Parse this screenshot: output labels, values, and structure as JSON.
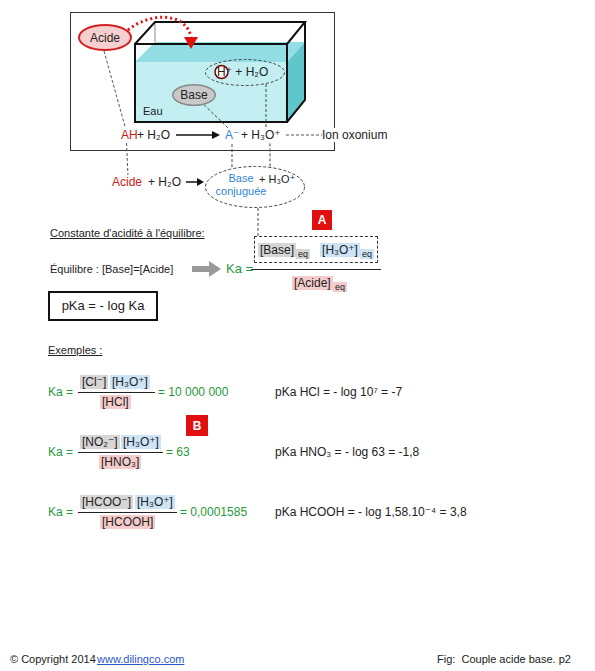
{
  "diagram": {
    "caption": "Fig:  Couple acide base. p2",
    "nodes": [
      {
        "text": [
          "Acide"
        ]
      },
      {
        "text": [
          "Base"
        ]
      },
      {
        "text": [
          "H⁺ + H₂O"
        ]
      },
      {
        "text": [
          "Base conjuguée",
          "+ H₃O⁺"
        ]
      },
      {
        "text": [
          "A"
        ]
      },
      {
        "text": [
          "[Base]",
          "eq",
          "[H₃O⁺]",
          "eq"
        ]
      },
      {
        "text": [
          "pKa = - log Ka"
        ]
      },
      {
        "text": [
          "B"
        ]
      }
    ],
    "edges": [
      {
        "from": 1,
        "to": 3,
        "arrow": "none"
      },
      {
        "from": 2,
        "to": 3,
        "arrow": "none"
      },
      {
        "from": 3,
        "to": 5,
        "arrow": "none"
      }
    ],
    "labels": [
      "Eau",
      "AH",
      "+ H₂O",
      "A⁻",
      "+ H₃O⁺",
      "Ion oxonium",
      "Acide",
      "+ H₂O",
      "Constante d'acidité à l'équilibre:",
      "Équilibre : [Base]=[Acide]",
      "Ka =",
      "[Acide]",
      "eq",
      "Exemples :",
      "Ka =",
      "[Cl⁻]",
      "[H₃O⁺]",
      "[HCl]",
      "= 10 000 000",
      "pKa HCl = - log 10⁷ = -7",
      "Ka =",
      "[NO₂⁻]",
      "[H₃O⁺]",
      "[HNO₃]",
      "= 63",
      "pKa HNO₃ = - log 63 = -1,8",
      "Ka =",
      "[HCOO⁻]",
      "[H₃O⁺]",
      "[HCOOH]",
      "= 0,0001585",
      "pKa HCOOH = - log 1,58.10⁻⁴ = 3,8",
      "© Copyright 2014",
      "www.dilingco.com"
    ]
  }
}
